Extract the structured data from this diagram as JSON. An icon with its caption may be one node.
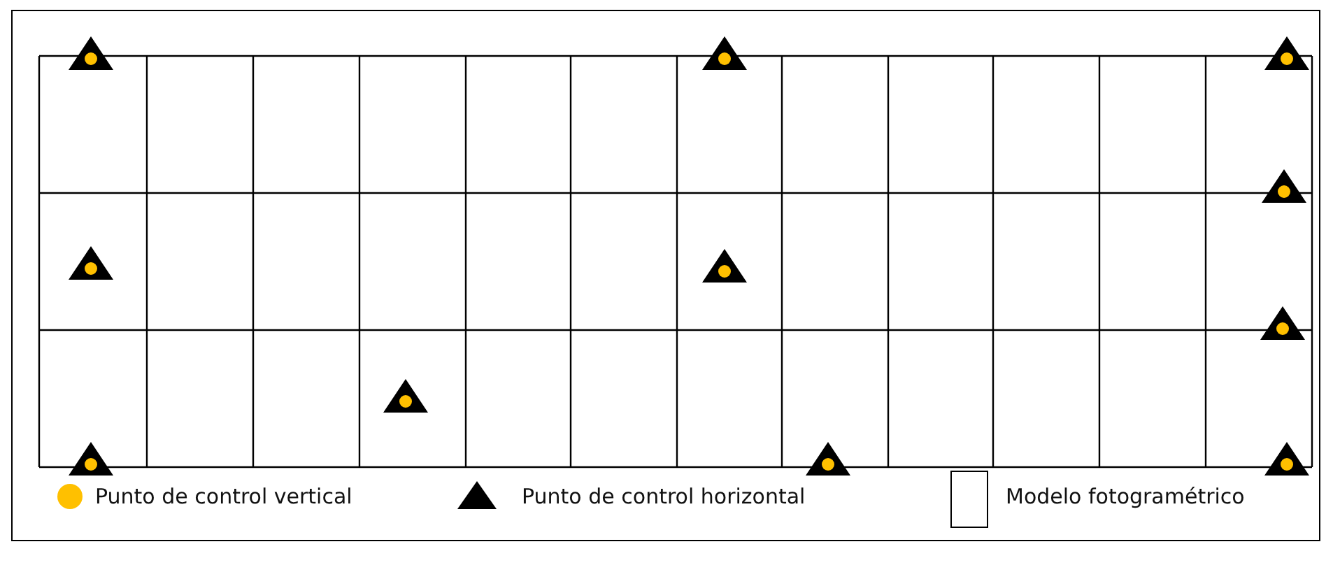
{
  "diagram": {
    "legend": [
      {
        "text": "Punto de control vertical",
        "color": "#ffc000"
      },
      {
        "text": "Punto de control horizontal",
        "color": "#000000"
      },
      {
        "text": "Modelo fotogramétrico",
        "color": "#ffffff"
      }
    ]
  }
}
